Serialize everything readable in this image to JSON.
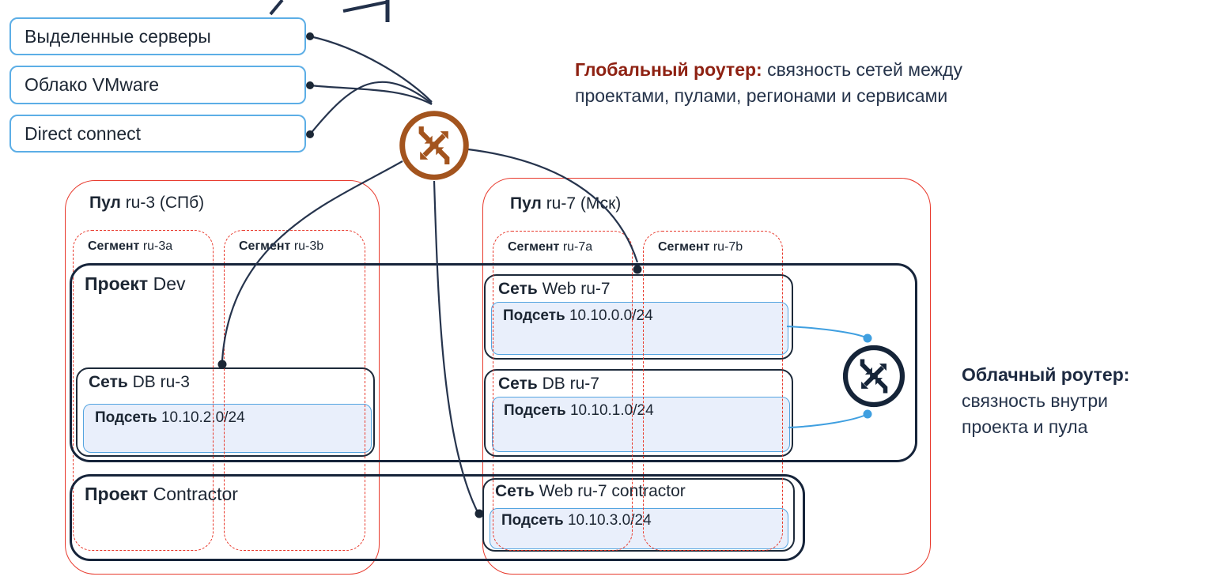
{
  "diagram_title_note": "network architecture diagram, title cropped at top edge",
  "sources": [
    {
      "label": "Выделенные серверы"
    },
    {
      "label": "Облако VMware"
    },
    {
      "label": "Direct connect"
    }
  ],
  "annotations": {
    "global_router": {
      "title": "Глобальный роутер:",
      "line1_rest": "связность сетей между",
      "line2": "проектами, пулами, регионами и сервисами"
    },
    "cloud_router": {
      "title": "Облачный роутер:",
      "line1": "связность внутри",
      "line2": "проекта и пула"
    }
  },
  "pools": [
    {
      "name_bold": "Пул",
      "name_rest": "ru-3 (СПб)"
    },
    {
      "name_bold": "Пул",
      "name_rest": "ru-7 (Мск)"
    }
  ],
  "segments": [
    {
      "bold": "Сегмент",
      "rest": "ru-3a"
    },
    {
      "bold": "Сегмент",
      "rest": "ru-3b"
    },
    {
      "bold": "Сегмент",
      "rest": "ru-7a"
    },
    {
      "bold": "Сегмент",
      "rest": "ru-7b"
    }
  ],
  "projects": [
    {
      "bold": "Проект",
      "rest": "Dev"
    },
    {
      "bold": "Проект",
      "rest": "Contractor"
    }
  ],
  "networks": [
    {
      "bold": "Сеть",
      "rest": "Web ru-7",
      "subnet_bold": "Подсеть",
      "subnet_rest": "10.10.0.0/24"
    },
    {
      "bold": "Сеть",
      "rest": "DB ru-3",
      "subnet_bold": "Подсеть",
      "subnet_rest": "10.10.2.0/24"
    },
    {
      "bold": "Сеть",
      "rest": "DB ru-7",
      "subnet_bold": "Подсеть",
      "subnet_rest": "10.10.1.0/24"
    },
    {
      "bold": "Сеть",
      "rest": "Web ru-7 contractor",
      "subnet_bold": "Подсеть",
      "subnet_rest": "10.10.3.0/24"
    }
  ],
  "icons": {
    "global_router": "router-exchange-icon",
    "cloud_router": "router-exchange-icon"
  },
  "colors": {
    "global_router_brown": "#a3541e",
    "cloud_router_navy": "#152438",
    "pool_red": "#e8392c",
    "heading_red": "#8e2112",
    "navy_line": "#26344d",
    "blue_border": "#5caee6",
    "subnet_fill": "#e9effb",
    "subnet_border": "#54a4e0",
    "blue_link": "#3f9fe0"
  }
}
